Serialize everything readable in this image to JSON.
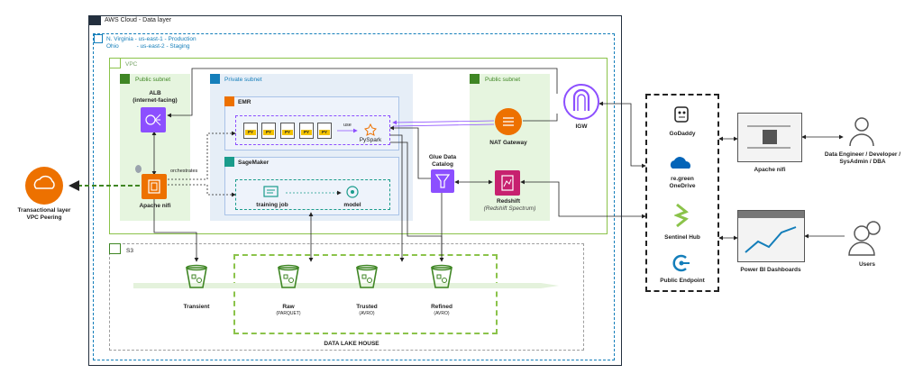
{
  "aws_cloud": {
    "title": "AWS Cloud - Data layer"
  },
  "region": {
    "line1": "N. Virginia  - us-east-1 - Production",
    "line2": "Ohio           - us-east-2 - Staging"
  },
  "vpc": {
    "label": "VPC"
  },
  "public_subnet_left": {
    "label": "Public subnet"
  },
  "public_subnet_right": {
    "label": "Public subnet"
  },
  "private_subnet": {
    "label": "Private subnet"
  },
  "emr": {
    "label": "EMR",
    "use_label": "use",
    "pyspark_label": "PySpark",
    "file_tag": "PY"
  },
  "sagemaker": {
    "label": "SageMaker",
    "training_label": "training job",
    "model_label": "model"
  },
  "alb": {
    "label_line1": "ALB",
    "label_line2": "(internet-facing)"
  },
  "apache_nifi_aws": {
    "label": "Apache nifi",
    "orchestrates_label": "orchestrates"
  },
  "glue": {
    "label_line1": "Glue Data",
    "label_line2": "Catalog"
  },
  "nat_gateway": {
    "label": "NAT Gateway"
  },
  "igw": {
    "label": "IGW"
  },
  "redshift": {
    "label": "Redshift",
    "sublabel": "(Redshift Spectrum)"
  },
  "s3": {
    "label": "S3",
    "transient": {
      "label": "Transient",
      "sub": ""
    },
    "raw": {
      "label": "Raw",
      "sub": "(PARQUET)"
    },
    "trusted": {
      "label": "Trusted",
      "sub": "(AVRO)"
    },
    "refined": {
      "label": "Refined",
      "sub": "(AVRO)"
    },
    "lakehouse_label": "DATA LAKE HOUSE"
  },
  "transactional": {
    "line1": "Transactional layer",
    "line2": "VPC Peering"
  },
  "external_services": {
    "godaddy": "GoDaddy",
    "onedrive_line1": "re.green",
    "onedrive_line2": "OneDrive",
    "sentinel": "Sentinel Hub",
    "public_endpoint": "Public Endpoint"
  },
  "apache_nifi_ext": {
    "label": "Apache nifi"
  },
  "powerbi": {
    "label": "Power BI Dashboards"
  },
  "data_engineer": {
    "line1": "Data Engineer / Developer /",
    "line2": "SysAdmin / DBA"
  },
  "users": {
    "label": "Users"
  },
  "colors": {
    "green_subnet": "#e6f5df",
    "blue_subnet": "#e6eef7",
    "vpc_green": "#8bc34a",
    "orange": "#ed7100",
    "purple": "#8c4fff",
    "teal": "#1a9c8c",
    "s3_green": "#3f8624"
  }
}
